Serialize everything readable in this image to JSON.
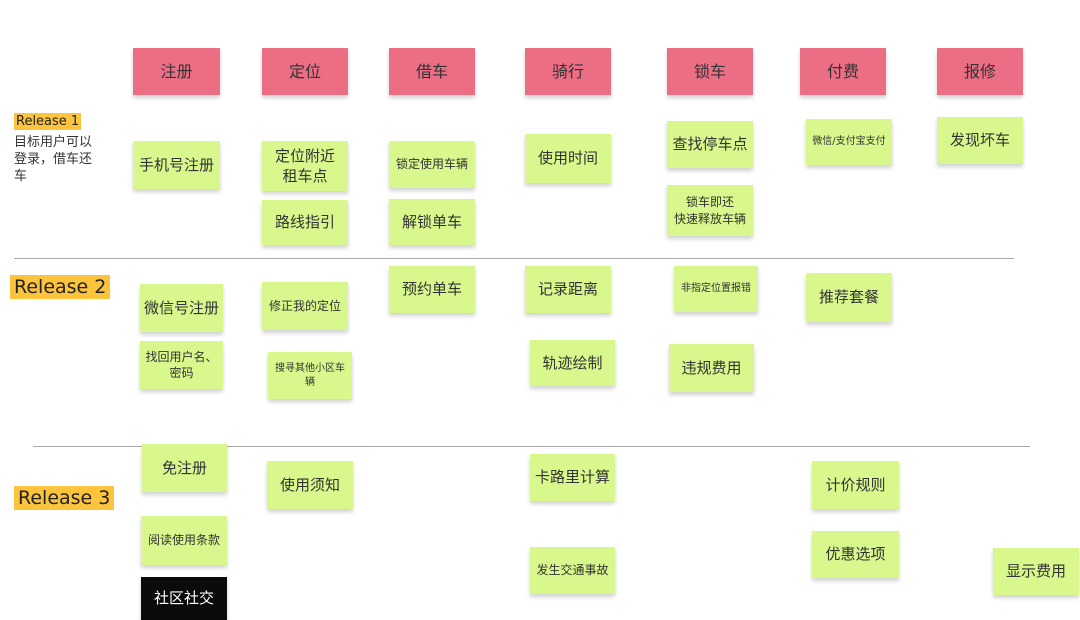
{
  "releases": [
    {
      "label": "Release  1",
      "description": "目标用户可以\n登录，借车还\n车"
    },
    {
      "label": "Release  2"
    },
    {
      "label": "Release  3"
    }
  ],
  "activities": [
    "注册",
    "定位",
    "借车",
    "骑行",
    "锁车",
    "付费",
    "报修"
  ],
  "release1_notes": {
    "register_phone": "手机号注册",
    "locate_nearby": "定位附近\n租车点",
    "route_guide": "路线指引",
    "lock_vehicle": "锁定使用车辆",
    "unlock_bike": "解锁单车",
    "usage_time": "使用时间",
    "find_parking": "查找停车点",
    "lock_return": "锁车即还\n快速释放车辆",
    "pay_wechat_alipay": "微信/支付宝支付",
    "report_broken": "发现坏车"
  },
  "release2_notes": {
    "register_wechat": "微信号注册",
    "recover_account": "找回用户名、\n密码",
    "fix_location": "修正我的定位",
    "search_other_area": "搜寻其他小区车辆",
    "reserve_bike": "预约单车",
    "record_distance": "记录距离",
    "draw_track": "轨迹绘制",
    "non_designated_report": "非指定位置报错",
    "violation_fee": "违规费用",
    "recommend_package": "推荐套餐"
  },
  "release3_notes": {
    "no_register": "免注册",
    "read_terms": "阅读使用条款",
    "community_social": "社区社交",
    "usage_notice": "使用须知",
    "calorie_calc": "卡路里计算",
    "traffic_accident": "发生交通事故",
    "pricing_rules": "计价规则",
    "discount_options": "优惠选项",
    "show_cost": "显示费用"
  },
  "colors": {
    "activity": "#ec6e85",
    "story": "#d8f78c",
    "highlight": "#0b0b0b",
    "release_label": "#fcc33c",
    "divider": "#a9a9a9"
  }
}
